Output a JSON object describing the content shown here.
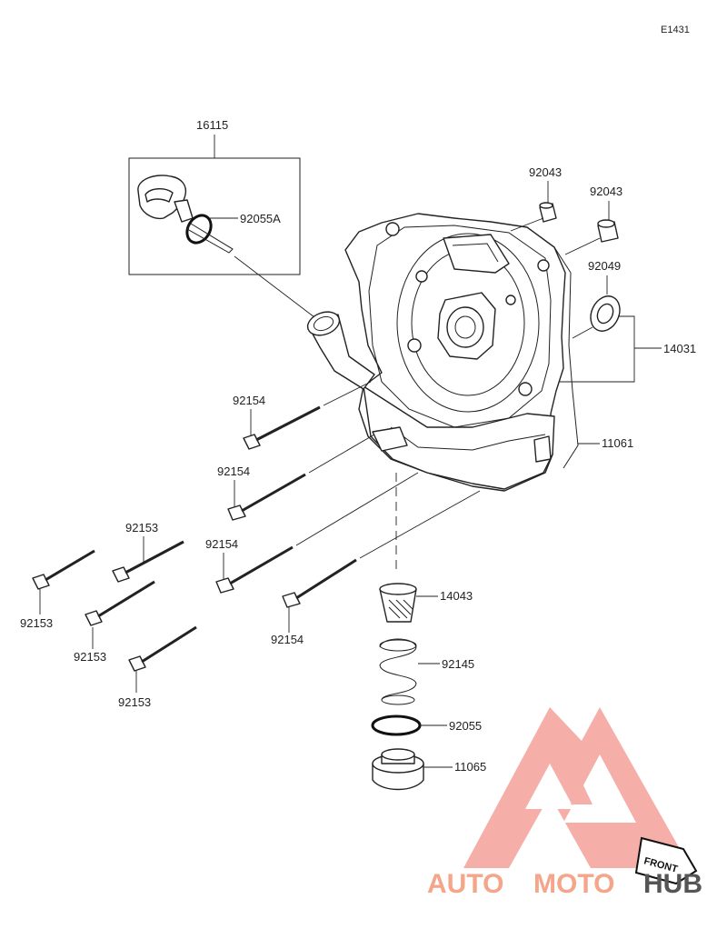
{
  "diagram_code": "E1431",
  "parts": {
    "p16115": "16115",
    "p92055A": "92055A",
    "p92043a": "92043",
    "p92043b": "92043",
    "p92049": "92049",
    "p14031": "14031",
    "p11061": "11061",
    "p92154a": "92154",
    "p92154b": "92154",
    "p92154c": "92154",
    "p92154d": "92154",
    "p92153a": "92153",
    "p92153b": "92153",
    "p92153c": "92153",
    "p92153d": "92153",
    "p14043": "14043",
    "p92145": "92145",
    "p92055": "92055",
    "p11065": "11065"
  },
  "front_label": "FRONT",
  "watermark": {
    "part1": "AUTO",
    "part2": "MOTO",
    "part3": "HUB",
    "color_primary": "#f4a58a",
    "color_dark": "#555555",
    "logo_color": "#f08c86"
  }
}
